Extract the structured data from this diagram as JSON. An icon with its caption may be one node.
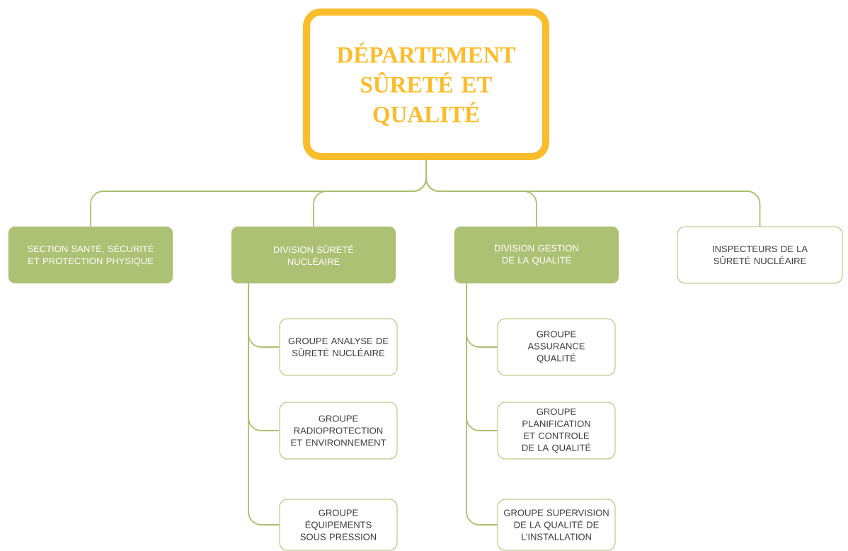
{
  "diagram": {
    "nodes": [
      {
        "text": [
          "DÉPARTEMENT SÛRETÉ ET QUALITÉ"
        ]
      },
      {
        "text": [
          "SECTION SANTÉ, SÉCURITÉ ET PROTECTION PHYSIQUE"
        ]
      },
      {
        "text": [
          "DIVISION SÛRETÉ NUCLÉAIRE"
        ]
      },
      {
        "text": [
          "DIVISION GESTION DE LA QUALITÉ"
        ]
      },
      {
        "text": [
          "INSPECTEURS DE LA SÛRETÉ NUCLÉAIRE"
        ]
      },
      {
        "text": [
          "GROUPE ANALYSE DE SÛRETÉ NUCLÉAIRE"
        ]
      },
      {
        "text": [
          "GROUPE RADIOPROTECTION ET ENVIRONNEMENT"
        ]
      },
      {
        "text": [
          "GROUPE ÉQUIPEMENTS SOUS PRESSION"
        ]
      },
      {
        "text": [
          "GROUPE ASSURANCE QUALITÉ"
        ]
      },
      {
        "text": [
          "GROUPE PLANIFICATION ET CONTROLE DE LA QUALITÉ"
        ]
      },
      {
        "text": [
          "GROUPE SUPERVISION DE LA QUALITÉ DE L’INSTALLATION"
        ]
      }
    ],
    "edges": [
      {
        "from": 0,
        "to": 1,
        "arrow": "none"
      },
      {
        "from": 0,
        "to": 2,
        "arrow": "none"
      },
      {
        "from": 0,
        "to": 3,
        "arrow": "none"
      },
      {
        "from": 0,
        "to": 4,
        "arrow": "none"
      },
      {
        "from": 2,
        "to": 5,
        "arrow": "none"
      },
      {
        "from": 2,
        "to": 6,
        "arrow": "none"
      },
      {
        "from": 2,
        "to": 7,
        "arrow": "none"
      },
      {
        "from": 3,
        "to": 8,
        "arrow": "none"
      },
      {
        "from": 3,
        "to": 9,
        "arrow": "none"
      },
      {
        "from": 3,
        "to": 10,
        "arrow": "none"
      }
    ]
  }
}
